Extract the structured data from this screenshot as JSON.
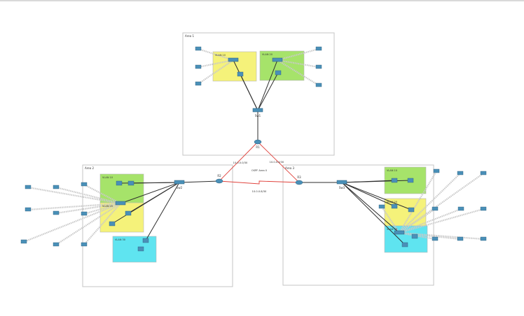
{
  "areas": [
    {
      "id": "top",
      "label": "Area 1"
    },
    {
      "id": "left",
      "label": "Area 2"
    },
    {
      "id": "right",
      "label": "Area 3"
    }
  ],
  "zones": [
    {
      "id": "top-yellow",
      "color": "#f5f27a",
      "label": "VLAN 10"
    },
    {
      "id": "top-green",
      "color": "#a6e36a",
      "label": "VLAN 20"
    },
    {
      "id": "left-green",
      "color": "#a6e36a",
      "label": "VLAN 10"
    },
    {
      "id": "left-yellow",
      "color": "#f5f27a",
      "label": "VLAN 20"
    },
    {
      "id": "left-cyan",
      "color": "#5fe4f0",
      "label": "VLAN 30"
    },
    {
      "id": "right-green",
      "color": "#a6e36a",
      "label": "VLAN 10"
    },
    {
      "id": "right-yellow",
      "color": "#f5f27a",
      "label": "VLAN 20"
    },
    {
      "id": "right-cyan",
      "color": "#5fe4f0",
      "label": "VLAN 30"
    }
  ],
  "core_labels": {
    "router_top": "R1",
    "router_left": "R2",
    "router_right": "R3",
    "switch_top": "Sw1",
    "switch_left": "Sw2",
    "switch_right": "Sw3",
    "wan_left": "10.0.0.0/30",
    "wan_right": "10.0.0.4/30",
    "wan_mid": "10.0.0.8/30",
    "wan_note": "OSPF Area 0"
  },
  "colors": {
    "link": "#2e2e2e",
    "wan": "#e0413b",
    "wireless": "#c9c9c9",
    "device": "#4a90b8",
    "area_border": "#c4c4c4"
  }
}
